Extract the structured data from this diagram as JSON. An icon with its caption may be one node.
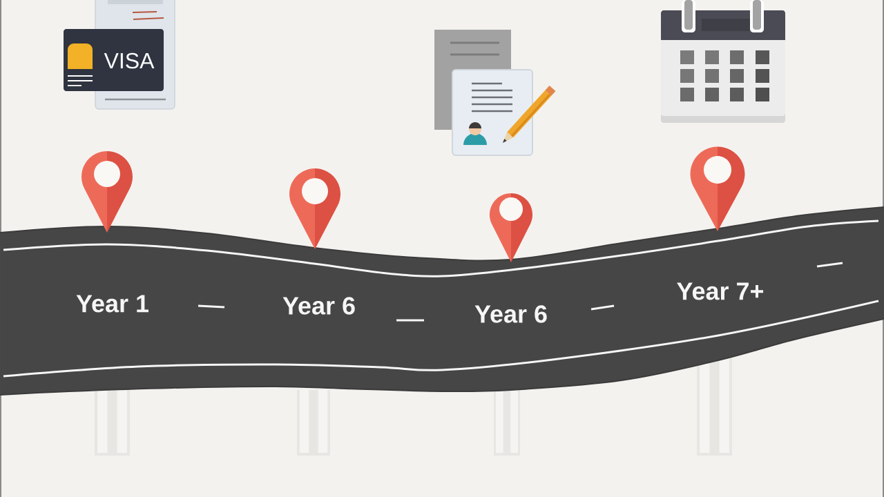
{
  "diagram": {
    "labels": [
      "VISA",
      "Year 1",
      "Year 6",
      "Year 6",
      "Year 7+"
    ]
  }
}
